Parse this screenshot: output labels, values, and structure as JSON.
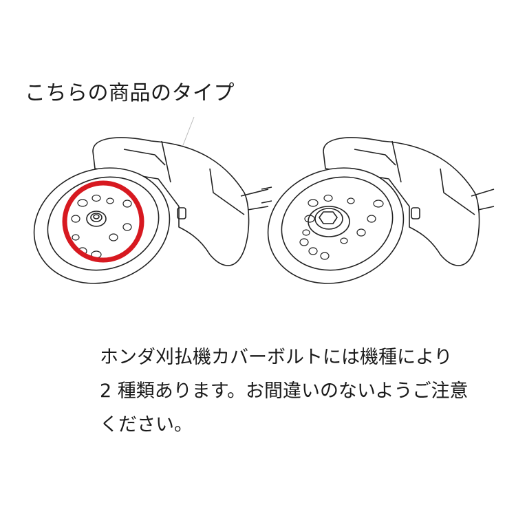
{
  "label": {
    "title": "こちらの商品のタイプ"
  },
  "illustration": {
    "left_figure": "cutter-guard-with-hex-bolt-circled",
    "right_figure": "cutter-guard-with-hex-bolt-plate",
    "highlight_color": "#d71920"
  },
  "notice": {
    "lines": [
      "ホンダ刈払機カバーボルトには機種により",
      "2 種類あります。お間違いのないようご注意",
      "ください。"
    ]
  }
}
